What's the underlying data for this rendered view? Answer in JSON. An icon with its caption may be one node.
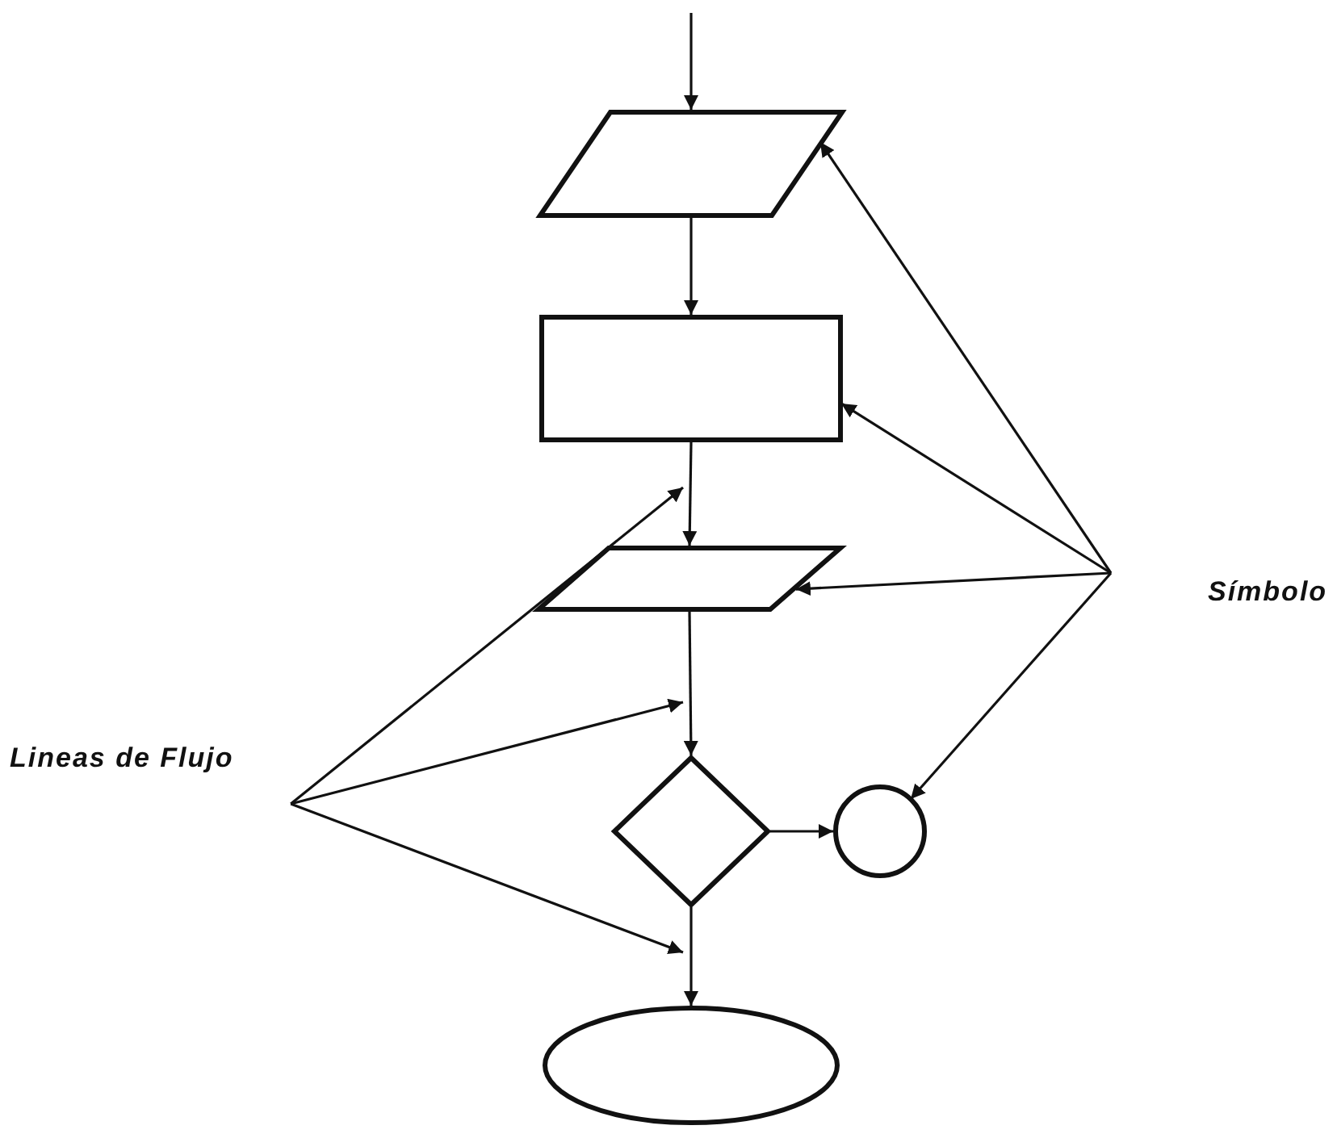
{
  "diagram": {
    "nodes": [
      {
        "text": [],
        "shape": "parallelogram"
      },
      {
        "text": [],
        "shape": "box"
      },
      {
        "text": [],
        "shape": "parallelogram"
      },
      {
        "text": [],
        "shape": "diamond"
      },
      {
        "text": [],
        "shape": "circle"
      },
      {
        "text": [],
        "shape": "ellipse"
      },
      {
        "text": [
          "Símbolo"
        ]
      },
      {
        "text": [
          "Lineas de Flujo"
        ]
      }
    ],
    "edges": [
      {
        "from": null,
        "to": 0,
        "arrow": "to"
      },
      {
        "from": 0,
        "to": 1,
        "arrow": "to"
      },
      {
        "from": 1,
        "to": 2,
        "arrow": "to"
      },
      {
        "from": 2,
        "to": 3,
        "arrow": "to"
      },
      {
        "from": 3,
        "to": 4,
        "arrow": "to"
      },
      {
        "from": 3,
        "to": 5,
        "arrow": "to"
      },
      {
        "from": 6,
        "to": 0,
        "arrow": "to"
      },
      {
        "from": 6,
        "to": 1,
        "arrow": "to"
      },
      {
        "from": 6,
        "to": 2,
        "arrow": "to"
      },
      {
        "from": 6,
        "to": 4,
        "arrow": "to"
      },
      {
        "from": 7,
        "to": null,
        "arrow": "to"
      },
      {
        "from": 7,
        "to": null,
        "arrow": "to"
      },
      {
        "from": 7,
        "to": null,
        "arrow": "to"
      }
    ]
  }
}
